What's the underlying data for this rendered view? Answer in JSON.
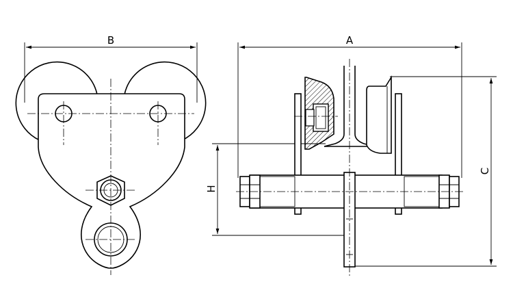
{
  "diagram": {
    "dimensions": {
      "a": "A",
      "b": "B",
      "c": "C",
      "h": "H"
    }
  }
}
